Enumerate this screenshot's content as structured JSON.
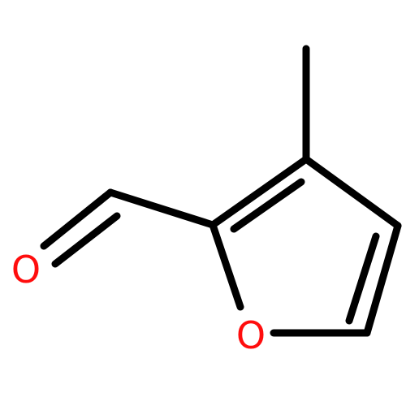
{
  "molecule": {
    "atoms": [
      {
        "id": "O_aldehyde",
        "symbol": "O",
        "color": "#ff0d0d"
      },
      {
        "id": "O_ring",
        "symbol": "O",
        "color": "#ff0d0d"
      }
    ],
    "bond_color": "#000000",
    "background": "#ffffff"
  }
}
